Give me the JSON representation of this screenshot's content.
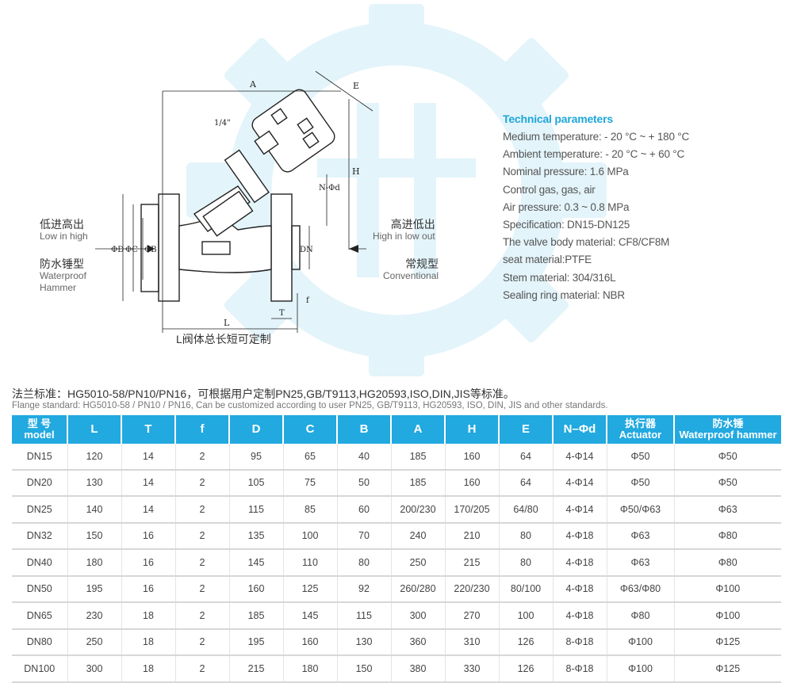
{
  "drawing": {
    "dim_A": "A",
    "dim_E": "E",
    "dim_H": "H",
    "dim_Nd": "N-Φd",
    "dim_DN": "DN",
    "dim_D": "ΦD",
    "dim_C": "ΦC",
    "dim_B": "ΦB",
    "dim_T": "T",
    "dim_f": "f",
    "dim_L": "L",
    "thread": "1/4\"",
    "left_label_1_cn": "低进高出",
    "left_label_1_en": "Low in high",
    "left_label_2_cn": "防水锤型",
    "left_label_2_en_1": "Waterproof",
    "left_label_2_en_2": "Hammer",
    "right_label_1_cn": "高进低出",
    "right_label_1_en": "High in low out",
    "right_label_2_cn": "常规型",
    "right_label_2_en": "Conventional",
    "length_note": "L阀体总长短可定制"
  },
  "tech": {
    "title": "Technical parameters",
    "lines": [
      "Medium temperature: - 20 °C ~ + 180 °C",
      "Ambient temperature: - 20 °C ~ + 60 °C",
      "Nominal pressure: 1.6 MPa",
      "Control gas, gas, air",
      "Air pressure: 0.3 ~ 0.8 MPa",
      "Specification: DN15-DN125",
      "The valve body material: CF8/CF8M",
      " seat material:PTFE",
      "Stem material: 304/316L",
      "Sealing ring material: NBR"
    ]
  },
  "flange": {
    "cn": "法兰标准：HG5010-58/PN10/PN16，可根据用户定制PN25,GB/T9113,HG20593,ISO,DIN,JIS等标准。",
    "en": "Flange standard: HG5010-58 / PN10 / PN16, Can be customized according to user PN25, GB/T9113, HG20593, ISO, DIN, JIS and other standards."
  },
  "table": {
    "headers": [
      {
        "cn": "型 号",
        "en": "model"
      },
      {
        "cn": "",
        "en": "L"
      },
      {
        "cn": "",
        "en": "T"
      },
      {
        "cn": "",
        "en": "f"
      },
      {
        "cn": "",
        "en": "D"
      },
      {
        "cn": "",
        "en": "C"
      },
      {
        "cn": "",
        "en": "B"
      },
      {
        "cn": "",
        "en": "A"
      },
      {
        "cn": "",
        "en": "H"
      },
      {
        "cn": "",
        "en": "E"
      },
      {
        "cn": "",
        "en": "N–Φd"
      },
      {
        "cn": "执行器",
        "en": "Actuator"
      },
      {
        "cn": "防水锤",
        "en": "Waterproof hammer"
      }
    ],
    "rows": [
      [
        "DN15",
        "120",
        "14",
        "2",
        "95",
        "65",
        "40",
        "185",
        "160",
        "64",
        "4-Φ14",
        "Φ50",
        "Φ50"
      ],
      [
        "DN20",
        "130",
        "14",
        "2",
        "105",
        "75",
        "50",
        "185",
        "160",
        "64",
        "4-Φ14",
        "Φ50",
        "Φ50"
      ],
      [
        "DN25",
        "140",
        "14",
        "2",
        "115",
        "85",
        "60",
        "200/230",
        "170/205",
        "64/80",
        "4-Φ14",
        "Φ50/Φ63",
        "Φ63"
      ],
      [
        "DN32",
        "150",
        "16",
        "2",
        "135",
        "100",
        "70",
        "240",
        "210",
        "80",
        "4-Φ18",
        "Φ63",
        "Φ80"
      ],
      [
        "DN40",
        "180",
        "16",
        "2",
        "145",
        "110",
        "80",
        "250",
        "215",
        "80",
        "4-Φ18",
        "Φ63",
        "Φ80"
      ],
      [
        "DN50",
        "195",
        "16",
        "2",
        "160",
        "125",
        "92",
        "260/280",
        "220/230",
        "80/100",
        "4-Φ18",
        "Φ63/Φ80",
        "Φ100"
      ],
      [
        "DN65",
        "230",
        "18",
        "2",
        "185",
        "145",
        "115",
        "300",
        "270",
        "100",
        "4-Φ18",
        "Φ80",
        "Φ100"
      ],
      [
        "DN80",
        "250",
        "18",
        "2",
        "195",
        "160",
        "130",
        "360",
        "310",
        "126",
        "8-Φ18",
        "Φ100",
        "Φ125"
      ],
      [
        "DN100",
        "300",
        "18",
        "2",
        "215",
        "180",
        "150",
        "380",
        "330",
        "126",
        "8-Φ18",
        "Φ100",
        "Φ125"
      ]
    ]
  }
}
